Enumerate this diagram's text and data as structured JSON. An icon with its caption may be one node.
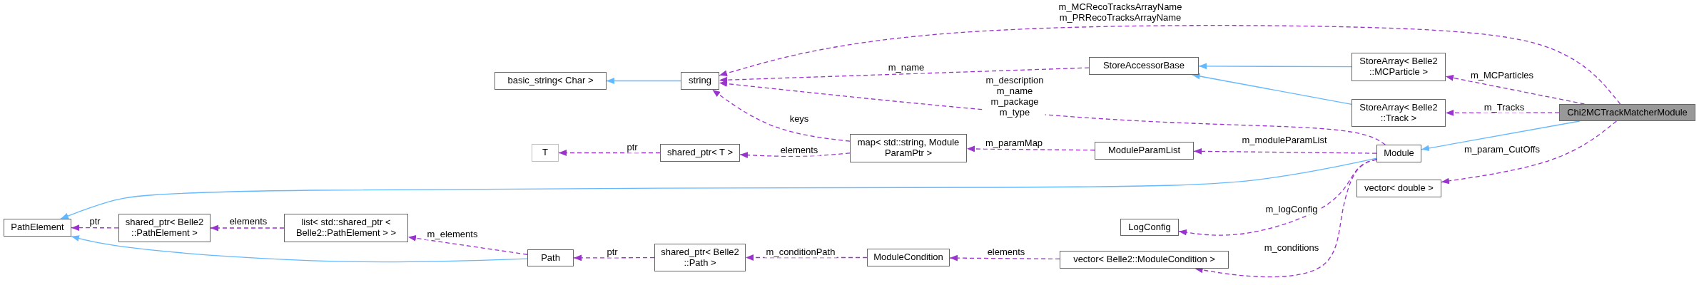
{
  "diagram": {
    "nodes": [
      {
        "text": [
          "PathElement"
        ]
      },
      {
        "text": [
          "shared_ptr< Belle2 ::PathElement >"
        ]
      },
      {
        "text": [
          "list< std::shared_ptr < Belle2::PathElement > >"
        ]
      },
      {
        "text": [
          "Path"
        ]
      },
      {
        "text": [
          "shared_ptr< Belle2 ::Path >"
        ]
      },
      {
        "text": [
          "ModuleCondition"
        ]
      },
      {
        "text": [
          "vector< Belle2::ModuleCondition >"
        ]
      },
      {
        "text": [
          "LogConfig"
        ]
      },
      {
        "text": [
          "T"
        ]
      },
      {
        "text": [
          "shared_ptr< T >"
        ]
      },
      {
        "text": [
          "map< std::string, Module ParamPtr >"
        ]
      },
      {
        "text": [
          "ModuleParamList"
        ]
      },
      {
        "text": [
          "Module"
        ]
      },
      {
        "text": [
          "basic_string< Char >"
        ]
      },
      {
        "text": [
          "string"
        ]
      },
      {
        "text": [
          "StoreAccessorBase"
        ]
      },
      {
        "text": [
          "StoreArray< Belle2 ::MCParticle >"
        ]
      },
      {
        "text": [
          "StoreArray< Belle2 ::Track >"
        ]
      },
      {
        "text": [
          "Chi2MCTrackMatcherModule"
        ]
      },
      {
        "text": [
          "vector< double >"
        ]
      }
    ],
    "edges": [
      {
        "from": 1,
        "to": 0,
        "arrow": "to",
        "label": "ptr",
        "style": "dashed"
      },
      {
        "from": 2,
        "to": 1,
        "arrow": "to",
        "label": "elements",
        "style": "dashed"
      },
      {
        "from": 3,
        "to": 2,
        "arrow": "to",
        "label": "m_elements",
        "style": "dashed"
      },
      {
        "from": 3,
        "to": 0,
        "arrow": "to",
        "color": "#63b8ff"
      },
      {
        "from": 12,
        "to": 0,
        "arrow": "to",
        "color": "#63b8ff"
      },
      {
        "from": 4,
        "to": 3,
        "arrow": "to",
        "label": "ptr",
        "style": "dashed"
      },
      {
        "from": 5,
        "to": 4,
        "arrow": "to",
        "label": "m_conditionPath",
        "style": "dashed"
      },
      {
        "from": 6,
        "to": 5,
        "arrow": "to",
        "label": "elements",
        "style": "dashed"
      },
      {
        "from": 9,
        "to": 8,
        "arrow": "to",
        "label": "ptr",
        "style": "dashed"
      },
      {
        "from": 10,
        "to": 9,
        "arrow": "to",
        "label": "elements",
        "style": "dashed"
      },
      {
        "from": 10,
        "to": 14,
        "arrow": "to",
        "label": "keys",
        "style": "dashed"
      },
      {
        "from": 11,
        "to": 10,
        "arrow": "to",
        "label": "m_paramMap",
        "style": "dashed"
      },
      {
        "from": 12,
        "to": 11,
        "arrow": "to",
        "label": "m_moduleParamList",
        "style": "dashed"
      },
      {
        "from": 12,
        "to": 14,
        "arrow": "to",
        "label": "m_description m_name m_package m_type",
        "style": "dashed"
      },
      {
        "from": 12,
        "to": 7,
        "arrow": "to",
        "label": "m_logConfig",
        "style": "dashed"
      },
      {
        "from": 12,
        "to": 6,
        "arrow": "to",
        "label": "m_conditions",
        "style": "dashed"
      },
      {
        "from": 14,
        "to": 13,
        "arrow": "to",
        "color": "#63b8ff"
      },
      {
        "from": 15,
        "to": 14,
        "arrow": "to",
        "label": "m_name",
        "style": "dashed"
      },
      {
        "from": 16,
        "to": 15,
        "arrow": "to",
        "color": "#63b8ff"
      },
      {
        "from": 17,
        "to": 15,
        "arrow": "to",
        "color": "#63b8ff"
      },
      {
        "from": 18,
        "to": 14,
        "arrow": "to",
        "label": "m_MCRecoTracksArrayName m_PRRecoTracksArrayName",
        "style": "dashed"
      },
      {
        "from": 18,
        "to": 16,
        "arrow": "to",
        "label": "m_MCParticles",
        "style": "dashed"
      },
      {
        "from": 18,
        "to": 17,
        "arrow": "to",
        "label": "m_Tracks",
        "style": "dashed"
      },
      {
        "from": 18,
        "to": 12,
        "arrow": "to",
        "color": "#63b8ff"
      },
      {
        "from": 18,
        "to": 19,
        "arrow": "to",
        "label": "m_param_CutOffs",
        "style": "dashed"
      }
    ]
  }
}
